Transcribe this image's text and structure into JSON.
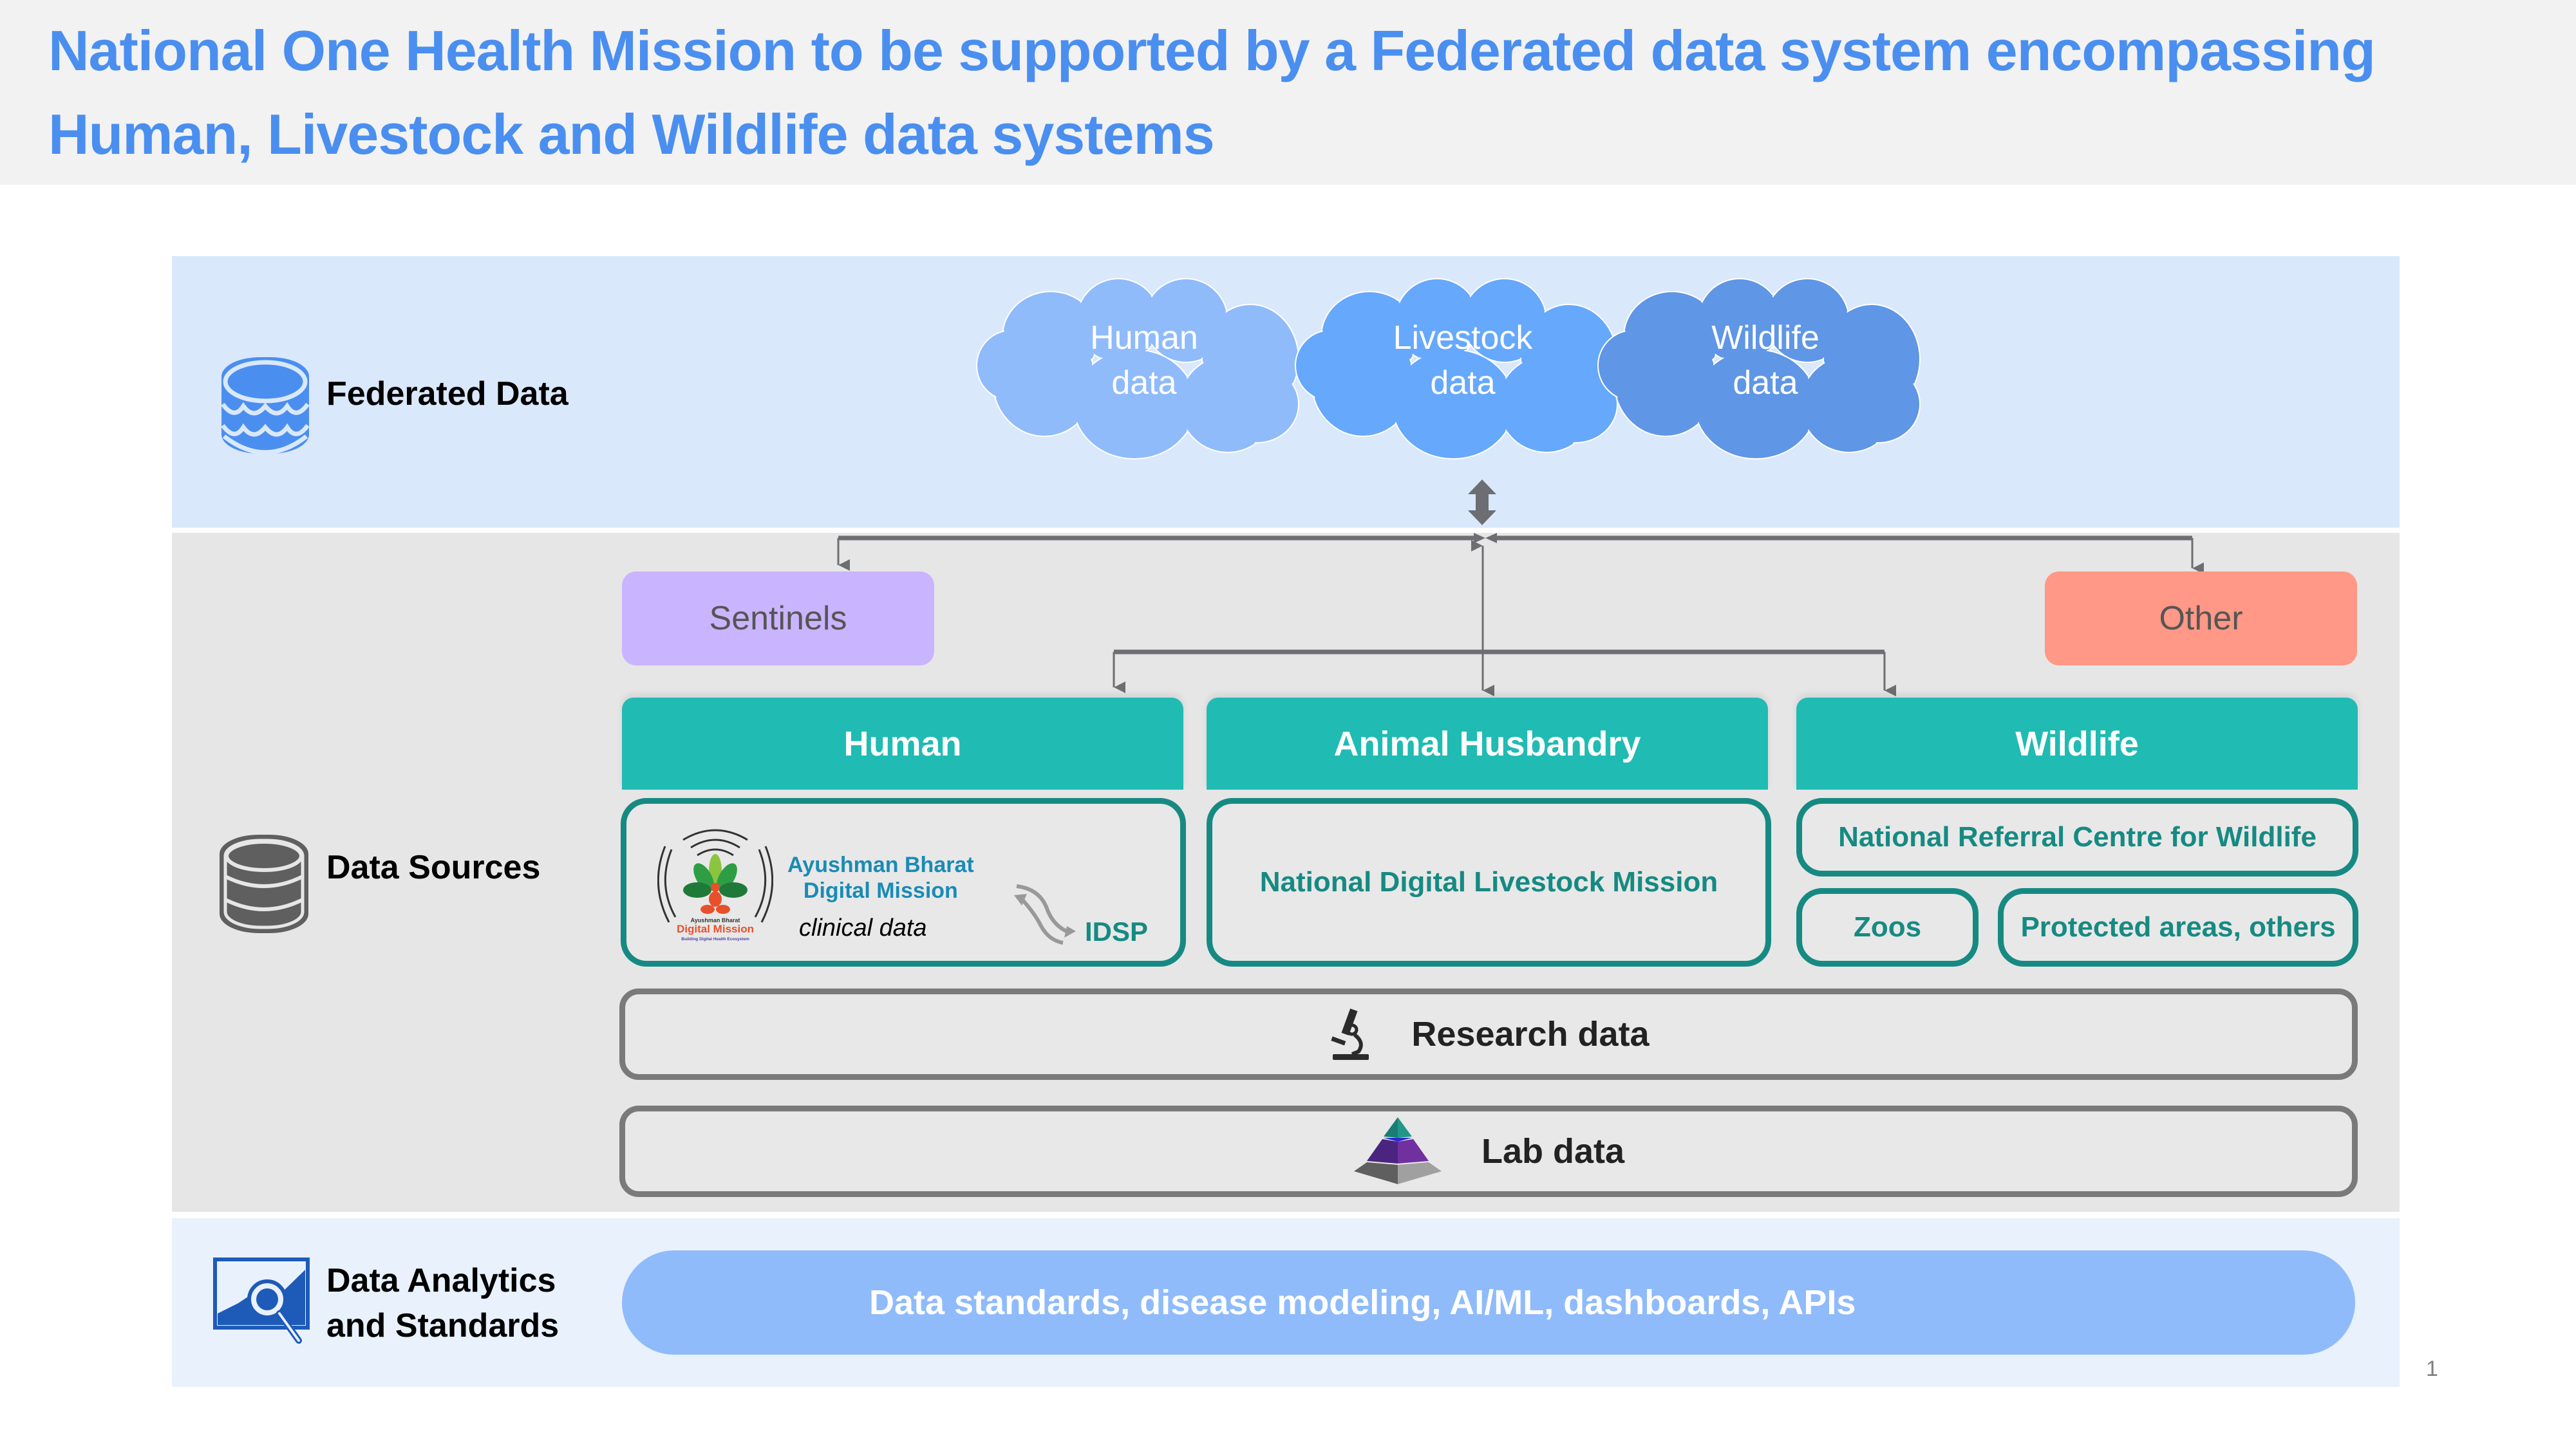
{
  "title": {
    "line1": "National One Health Mission to be supported by a Federated data system encompassing",
    "line2": "Human, Livestock and Wildlife data systems",
    "color": "#4a8ff0"
  },
  "federated": {
    "label": "Federated Data",
    "icon": "database-waves-icon",
    "clouds": [
      {
        "line1": "Human",
        "line2": "data",
        "color": "#8fbbfb"
      },
      {
        "line1": "Livestock",
        "line2": "data",
        "color": "#66a8fc"
      },
      {
        "line1": "Wildlife",
        "line2": "data",
        "color": "#5f96e6"
      }
    ],
    "connector_icon": "double-arrow-vertical-icon"
  },
  "sources": {
    "label": "Data Sources",
    "icon": "database-stack-icon",
    "sentinels": {
      "label": "Sentinels",
      "color": "#c9b4ff"
    },
    "other": {
      "label": "Other",
      "color": "#ff9886"
    },
    "columns": [
      {
        "header": "Human"
      },
      {
        "header": "Animal Husbandry"
      },
      {
        "header": "Wildlife"
      }
    ],
    "human_box": {
      "logo_small_text": "Ayushman Bharat",
      "logo_mission_text": "Digital Mission",
      "logo_tagline": "Building Digital Health Ecosystem",
      "org_line1": "Ayushman Bharat",
      "org_line2": "Digital Mission",
      "caption": "clinical data",
      "linked": "IDSP"
    },
    "animal_box": {
      "label": "National Digital Livestock Mission"
    },
    "wildlife_boxes": {
      "top": "National Referral Centre for Wildlife",
      "zoos": "Zoos",
      "protected": "Protected areas, others"
    },
    "research": {
      "label": "Research data",
      "icon": "microscope-icon"
    },
    "lab": {
      "label": "Lab data",
      "icon": "pyramid-icon"
    },
    "teal": "#20bbb3",
    "teal_dark": "#168a82"
  },
  "analytics": {
    "label_line1": "Data Analytics",
    "label_line2": "and Standards",
    "icon": "analytics-magnifier-icon",
    "pill_text": "Data standards, disease modeling, AI/ML, dashboards, APIs",
    "pill_color": "#8fbbfb"
  },
  "page_number": "1"
}
